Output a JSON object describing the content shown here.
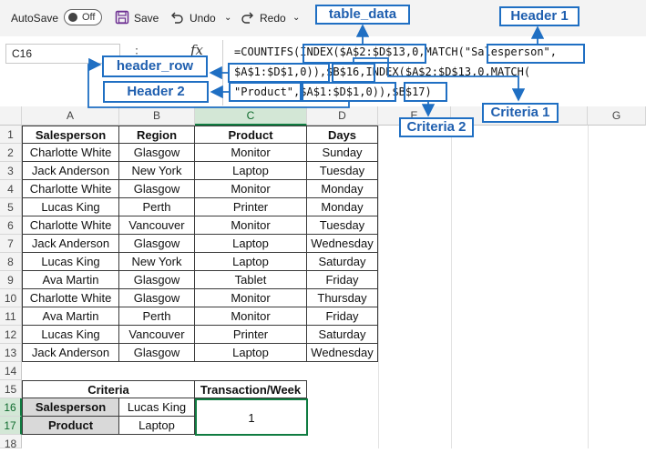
{
  "toolbar": {
    "autosave_label": "AutoSave",
    "autosave_state": "Off",
    "save_label": "Save",
    "undo_label": "Undo",
    "redo_label": "Redo"
  },
  "formula_bar": {
    "name_box": "C16",
    "fx_label": "fx",
    "line1": "=COUNTIFS(INDEX($A$2:$D$13,0,MATCH(\"Salesperson\",",
    "line2": "$A$1:$D$1,0)),$B$16,INDEX($A$2:$D$13,0,MATCH(",
    "line3": "\"Product\",$A$1:$D$1,0)),$B$17)"
  },
  "columns": [
    "A",
    "B",
    "C",
    "D",
    "E",
    "F",
    "G"
  ],
  "rows": [
    "1",
    "2",
    "3",
    "4",
    "5",
    "6",
    "7",
    "8",
    "9",
    "10",
    "11",
    "12",
    "13",
    "14",
    "15",
    "16",
    "17",
    "18"
  ],
  "table": {
    "headers": [
      "Salesperson",
      "Region",
      "Product",
      "Days"
    ],
    "rows": [
      [
        "Charlotte White",
        "Glasgow",
        "Monitor",
        "Sunday"
      ],
      [
        "Jack Anderson",
        "New York",
        "Laptop",
        "Tuesday"
      ],
      [
        "Charlotte White",
        "Glasgow",
        "Monitor",
        "Monday"
      ],
      [
        "Lucas King",
        "Perth",
        "Printer",
        "Monday"
      ],
      [
        "Charlotte White",
        "Vancouver",
        "Monitor",
        "Tuesday"
      ],
      [
        "Jack Anderson",
        "Glasgow",
        "Laptop",
        "Wednesday"
      ],
      [
        "Lucas King",
        "New York",
        "Laptop",
        "Saturday"
      ],
      [
        "Ava Martin",
        "Glasgow",
        "Tablet",
        "Friday"
      ],
      [
        "Charlotte White",
        "Glasgow",
        "Monitor",
        "Thursday"
      ],
      [
        "Ava Martin",
        "Perth",
        "Monitor",
        "Friday"
      ],
      [
        "Lucas King",
        "Vancouver",
        "Printer",
        "Saturday"
      ],
      [
        "Jack Anderson",
        "Glasgow",
        "Laptop",
        "Wednesday"
      ]
    ]
  },
  "criteria": {
    "title": "Criteria",
    "result_header": "Transaction/Week",
    "labels": [
      "Salesperson",
      "Product"
    ],
    "values": [
      "Lucas King",
      "Laptop"
    ],
    "result": "1"
  },
  "annotations": {
    "table_data": "table_data",
    "header1": "Header 1",
    "header_row": "header_row",
    "header2": "Header 2",
    "criteria1": "Criteria 1",
    "criteria2": "Criteria 2"
  },
  "colors": {
    "accent": "#1f6fc3",
    "excel_green": "#107c41",
    "header_fill": "#d9d9d9"
  }
}
